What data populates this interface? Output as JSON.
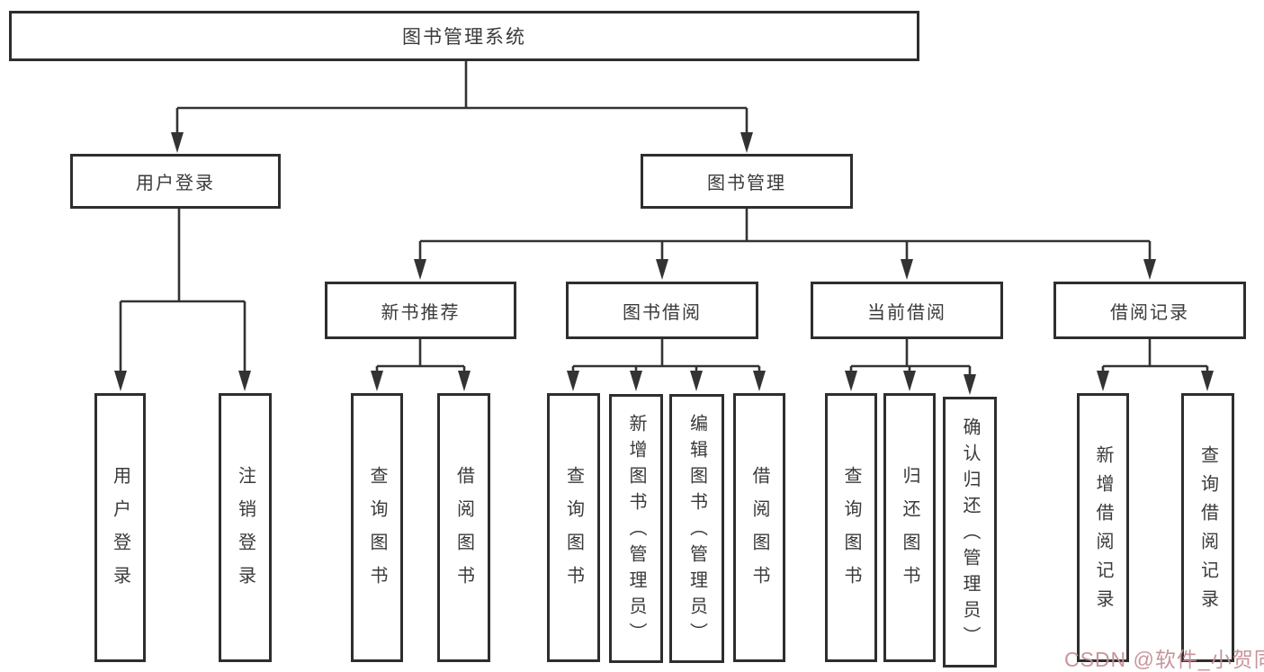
{
  "tree": {
    "label": "图书管理系统",
    "children": [
      {
        "label": "用户登录",
        "children": [
          {
            "label": "用户登录"
          },
          {
            "label": "注销登录"
          }
        ]
      },
      {
        "label": "图书管理",
        "children": [
          {
            "label": "新书推荐",
            "children": [
              {
                "label": "查询图书"
              },
              {
                "label": "借阅图书"
              }
            ]
          },
          {
            "label": "图书借阅",
            "children": [
              {
                "label": "查询图书"
              },
              {
                "label": "新增图书（管理员）"
              },
              {
                "label": "编辑图书（管理员）"
              },
              {
                "label": "借阅图书"
              }
            ]
          },
          {
            "label": "当前借阅",
            "children": [
              {
                "label": "查询图书"
              },
              {
                "label": "归还图书"
              },
              {
                "label": "确认归还（管理员）"
              }
            ]
          },
          {
            "label": "借阅记录",
            "children": [
              {
                "label": "新增借阅记录"
              },
              {
                "label": "查询借阅记录"
              }
            ]
          }
        ]
      }
    ]
  },
  "watermark": {
    "text": "CSDN @软件_小贺同学"
  },
  "colors": {
    "line": "#333333",
    "box_border": "#2e2e2e",
    "text": "#3a3a3a",
    "watermark": "#c48f96",
    "background": "#ffffff"
  }
}
